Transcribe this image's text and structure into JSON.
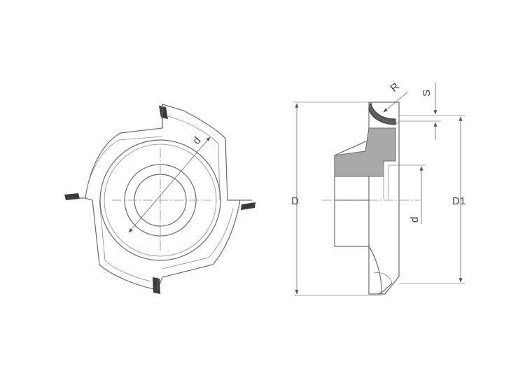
{
  "labels": {
    "d_front": "d",
    "R": "R",
    "S": "S",
    "D": "D",
    "D1": "D1",
    "d_side": "d"
  },
  "colors": {
    "background": "#ffffff",
    "outline": "#6a6a6a",
    "section_fill": "#a9a9a9",
    "carbide_fill": "#5a5a5a",
    "carbide_dark": "#3a3a3a"
  }
}
